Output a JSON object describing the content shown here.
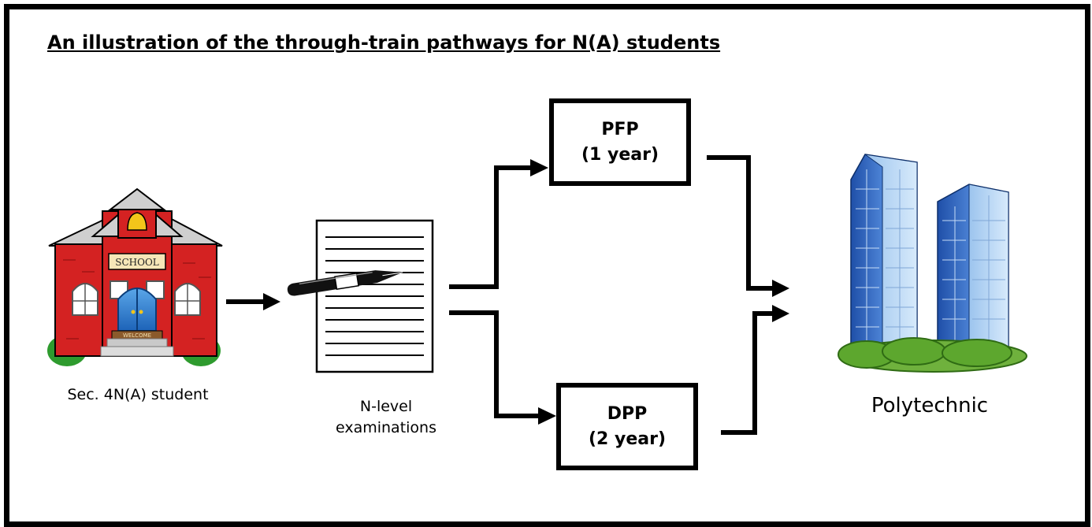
{
  "title": "An illustration of the through-train pathways for N(A) students",
  "nodes": {
    "student_label": "Sec. 4N(A) student",
    "school_sign": "SCHOOL",
    "school_mat": "WELCOME",
    "exam_label_line1": "N-level",
    "exam_label_line2": "examinations",
    "pfp_line1": "PFP",
    "pfp_line2": "(1 year)",
    "dpp_line1": "DPP",
    "dpp_line2": "(2 year)",
    "poly_label": "Polytechnic"
  },
  "icons": [
    "school-building-icon",
    "exam-paper-icon",
    "pen-icon",
    "polytechnic-buildings-icon"
  ]
}
